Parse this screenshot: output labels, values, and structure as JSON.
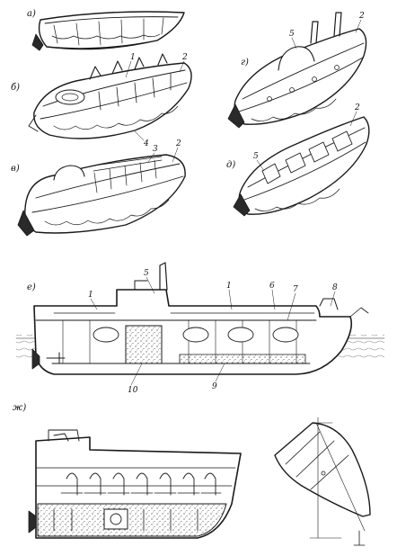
{
  "panels": {
    "a": {
      "letter": "а)"
    },
    "b": {
      "letter": "б)",
      "callouts": [
        "1",
        "2",
        "4"
      ]
    },
    "v": {
      "letter": "в)",
      "callouts": [
        "3",
        "2"
      ]
    },
    "g": {
      "letter": "г)",
      "callouts": [
        "5",
        "2"
      ]
    },
    "d": {
      "letter": "д)",
      "callouts": [
        "5",
        "2"
      ]
    },
    "e": {
      "letter": "е)",
      "callouts": [
        "5",
        "1",
        "1",
        "6",
        "7",
        "8",
        "9",
        "10"
      ]
    },
    "zh": {
      "letter": "ж)"
    }
  },
  "colors": {
    "ink": "#1a1a1a",
    "paper": "#ffffff"
  }
}
